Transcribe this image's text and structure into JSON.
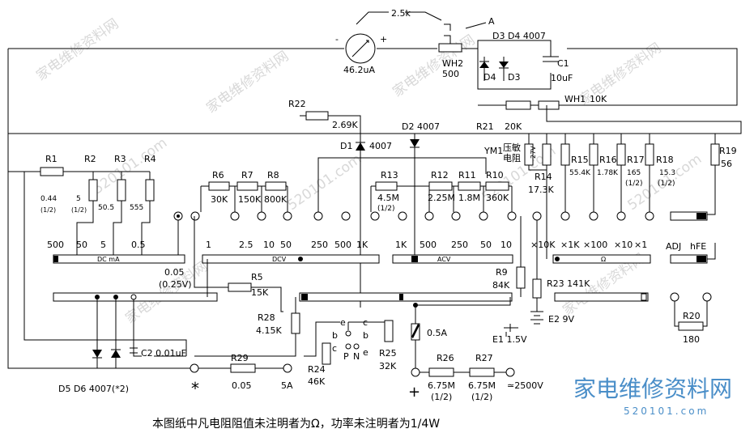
{
  "caption": "本图纸中凡电阻阻值未注明者为Ω，功率未注明者为1/4W",
  "watermark": {
    "site_text": "家电维修资料网",
    "url_text": "520101.com",
    "logo_text": "家电维修资料网",
    "logo_url": "520101.com",
    "logo_color": "#4a8ec8"
  },
  "top": {
    "meter_value": "46.2uA",
    "meter_minus": "-",
    "meter_plus": "+",
    "pot_value": "2.5k",
    "node_a": "A",
    "wh2_name": "WH2",
    "wh2_value": "500",
    "diode_note": "D3 D4 4007",
    "d4": "D4",
    "d3": "D3",
    "c1_name": "C1",
    "c1_value": "10uF",
    "wh1_name": "WH1",
    "wh1_value": "10K"
  },
  "mid": {
    "r22_name": "R22",
    "r22_value": "2.69K",
    "d2": "D2 4007",
    "r21_name": "R21",
    "r21_value": "20K",
    "d1_name": "D1",
    "d1_value": "4007",
    "ym1_name": "YM1",
    "ym1_desc_1": "压敏",
    "ym1_desc_2": "电阻",
    "ym1_rating": "27V",
    "r14_name": "R14",
    "r14_value": "17.3K",
    "r19_name": "R19",
    "r19_value": "56"
  },
  "ohm_resistors": [
    {
      "name": "R15",
      "value": "55.4K",
      "power": ""
    },
    {
      "name": "R16",
      "value": "1.78K",
      "power": ""
    },
    {
      "name": "R17",
      "value": "165",
      "power": "(1/2)"
    },
    {
      "name": "R18",
      "value": "15.3",
      "power": "(1/2)"
    }
  ],
  "dc_shunts": [
    {
      "name": "R1",
      "value": "0.44",
      "power": "(1/2)"
    },
    {
      "name": "R2",
      "value": "5",
      "power": "(1/2)"
    },
    {
      "name": "R3",
      "value": "50.5",
      "power": ""
    },
    {
      "name": "R4",
      "value": "555",
      "power": ""
    }
  ],
  "dcv_resistors": [
    {
      "name": "R6",
      "value": "30K"
    },
    {
      "name": "R7",
      "value": "150K"
    },
    {
      "name": "R8",
      "value": "800K"
    }
  ],
  "acv_resistors": [
    {
      "name": "R13",
      "value": "4.5M",
      "power": "(1/2)"
    },
    {
      "name": "R12",
      "value": "2.25M",
      "power": ""
    },
    {
      "name": "R11",
      "value": "1.8M",
      "power": ""
    },
    {
      "name": "R10",
      "value": "360K",
      "power": ""
    }
  ],
  "ranges": {
    "dcma": [
      "500",
      "50",
      "5",
      "0.5"
    ],
    "dcv": [
      "1",
      "2.5",
      "10",
      "50",
      "250",
      "500",
      "1K"
    ],
    "acv": [
      "1K",
      "500",
      "250",
      "50",
      "10"
    ],
    "ohm": [
      "×10K",
      "×1K",
      "×100",
      "×10",
      "×1"
    ],
    "dcv_low": "0.05",
    "dcv_low_sub": "(0.25V)",
    "adj": "ADJ",
    "hfe": "hFE"
  },
  "scales": {
    "dcma": "DC mA",
    "dcv": "DCV",
    "acv": "ACV",
    "ohm": "Ω"
  },
  "lower": {
    "r5_name": "R5",
    "r5_value": "15K",
    "r9_name": "R9",
    "r9_value": "84K",
    "r23": "R23 141K",
    "e2": "E2 9V",
    "e1": "E1 1.5V",
    "r28_name": "R28",
    "r28_value": "4.15K",
    "fuse": "0.5A",
    "r20_name": "R20",
    "r20_value": "180",
    "c2": "C2 0.01uF",
    "r29_name": "R29",
    "r29_value": "0.05",
    "r24_name": "R24",
    "r24_value": "46K",
    "r25_name": "R25",
    "r25_value": "32K",
    "r26_name": "R26",
    "r26_value": "6.75M",
    "r26_power": "(1/2)",
    "r27_name": "R27",
    "r27_value": "6.75M",
    "r27_power": "(1/2)",
    "hv_term": "≃2500V",
    "com_term": "*",
    "a5_term": "5A",
    "plus_term": "+",
    "d5d6": "D5 D6 4007(*2)",
    "trans_e": "e",
    "trans_c": "c",
    "trans_b": "b",
    "trans_p": "P",
    "trans_n": "N"
  }
}
